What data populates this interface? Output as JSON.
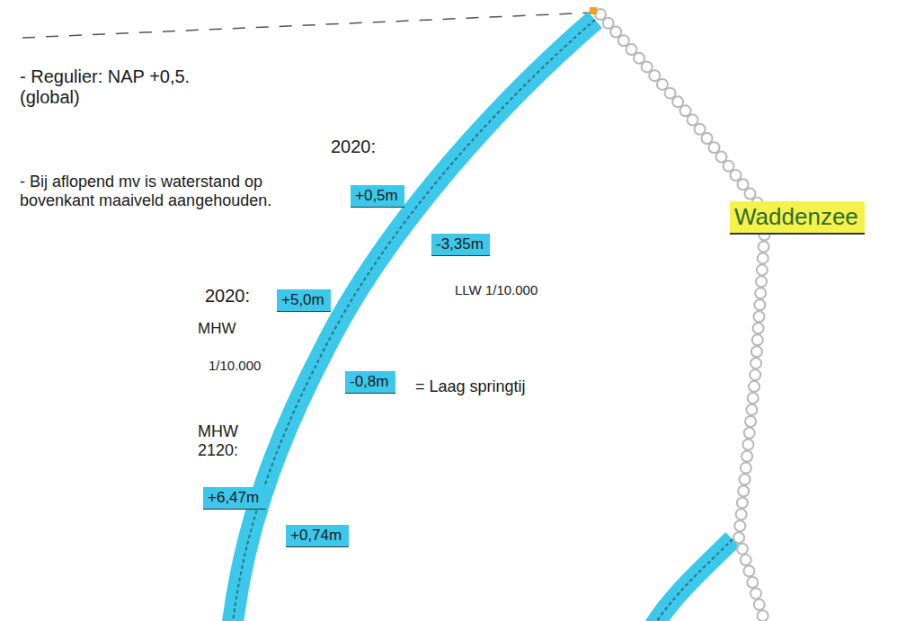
{
  "diagram": {
    "nodes": [
      {
        "text": [
          "+0,5m"
        ]
      },
      {
        "text": [
          "-3,35m"
        ]
      },
      {
        "text": [
          "+5,0m"
        ]
      },
      {
        "text": [
          "-0,8m"
        ]
      },
      {
        "text": [
          "+6,47m"
        ]
      },
      {
        "text": [
          "+0,74m"
        ]
      },
      {
        "text": [
          "Waddenzee"
        ]
      }
    ],
    "labels": [
      "- Regulier: NAP +0,5. (global)",
      "- Bij aflopend mv is waterstand op bovenkant maaiveld aangehouden.",
      "2020:",
      "LLW 1/10.000",
      "2020:",
      "MHW",
      "1/10.000",
      "= Laag springtij",
      "MHW 2120:"
    ]
  }
}
